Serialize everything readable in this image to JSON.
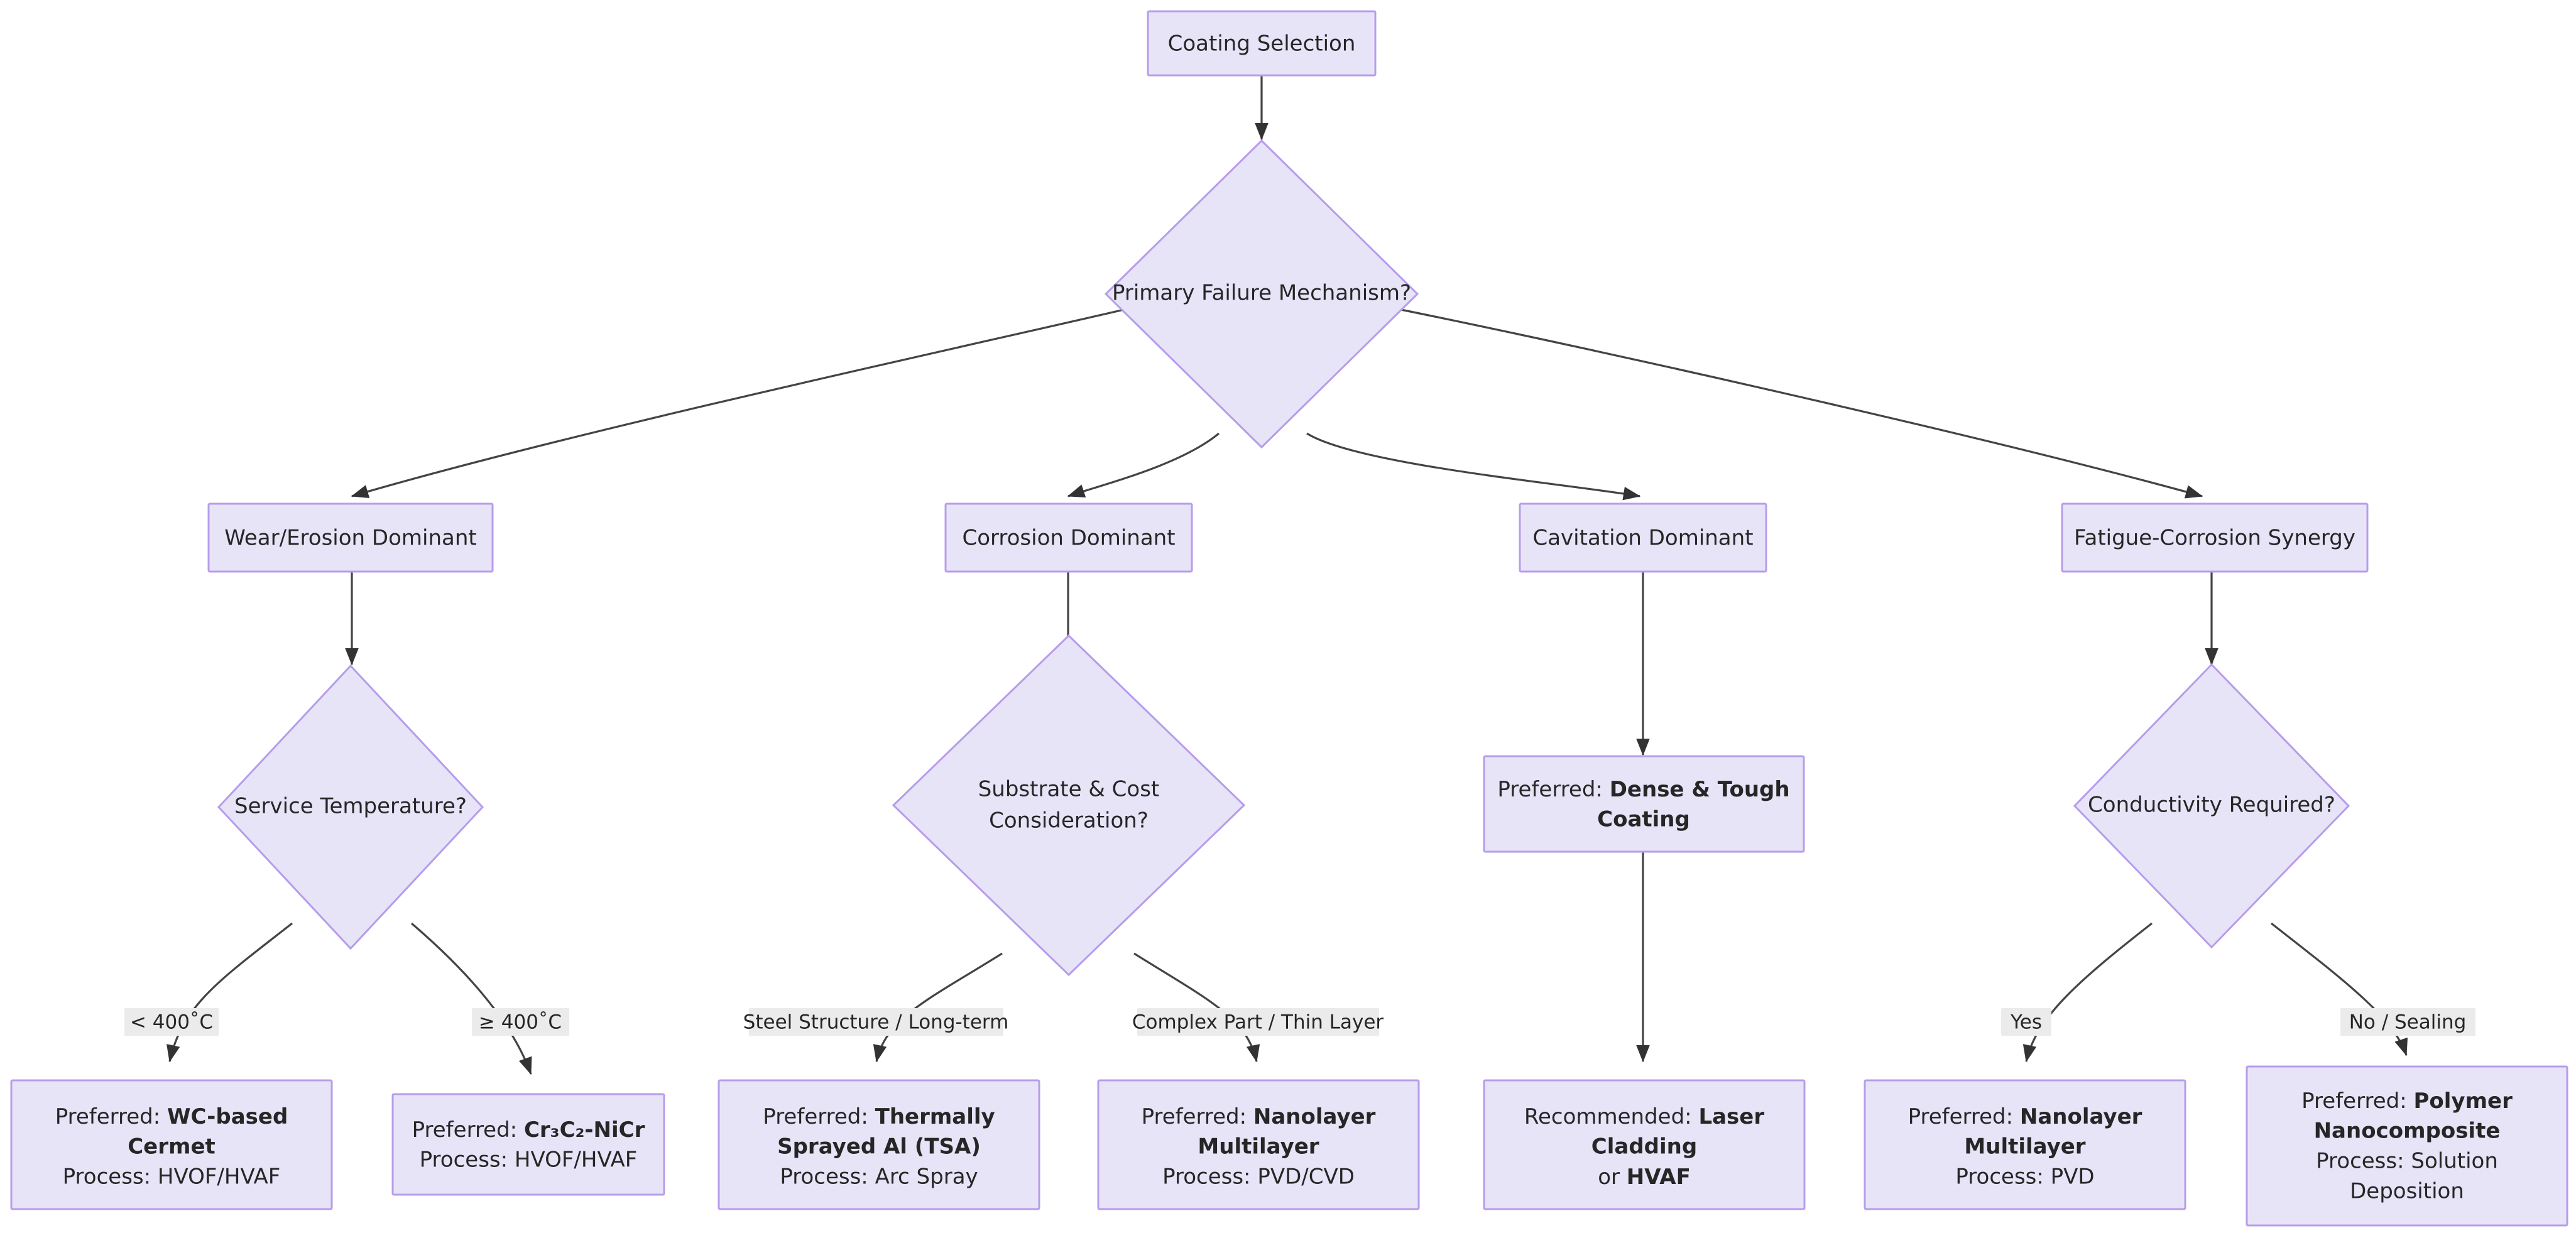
{
  "diagram": {
    "type": "flowchart",
    "title": "Coating Selection Decision Tree",
    "theme": {
      "node_fill": "#e8e4f8",
      "node_stroke": "#b79ceb",
      "edge_color": "#444444",
      "text_color": "#262626",
      "edge_label_bg": "#ebebeb",
      "background": "#ffffff"
    },
    "nodes": {
      "root": {
        "label": "Coating Selection",
        "shape": "rect"
      },
      "primary_failure": {
        "label": "Primary Failure Mechanism?",
        "shape": "diamond"
      },
      "wear": {
        "label": "Wear/Erosion Dominant",
        "shape": "rect"
      },
      "corrosion": {
        "label": "Corrosion Dominant",
        "shape": "rect"
      },
      "cavitation": {
        "label": "Cavitation Dominant",
        "shape": "rect"
      },
      "fatigue": {
        "label": "Fatigue-Corrosion Synergy",
        "shape": "rect"
      },
      "service_temp": {
        "label": "Service Temperature?",
        "shape": "diamond"
      },
      "substrate_cost": {
        "label_line1": "Substrate & Cost",
        "label_line2": "Consideration?",
        "shape": "diamond"
      },
      "dense_tough": {
        "shape": "rect",
        "lines": [
          {
            "prefix": "Preferred: ",
            "bold": "Dense & Tough"
          },
          {
            "bold": "Coating"
          }
        ]
      },
      "conductivity": {
        "label": "Conductivity Required?",
        "shape": "diamond"
      },
      "wc_cermet": {
        "shape": "rect",
        "lines": [
          {
            "prefix": "Preferred: ",
            "bold": "WC-based"
          },
          {
            "bold": "Cermet"
          },
          {
            "prefix": "Process: HVOF/HVAF"
          }
        ]
      },
      "cr3c2": {
        "shape": "rect",
        "lines": [
          {
            "prefix": "Preferred: ",
            "bold": "Cr₃C₂-NiCr"
          },
          {
            "prefix": "Process: HVOF/HVAF"
          }
        ]
      },
      "tsa": {
        "shape": "rect",
        "lines": [
          {
            "prefix": "Preferred: ",
            "bold": "Thermally"
          },
          {
            "bold": "Sprayed Al (TSA)"
          },
          {
            "prefix": "Process: Arc Spray"
          }
        ]
      },
      "nanolayer_pvdcvd": {
        "shape": "rect",
        "lines": [
          {
            "prefix": "Preferred: ",
            "bold": "Nanolayer"
          },
          {
            "bold": "Multilayer"
          },
          {
            "prefix": "Process: PVD/CVD"
          }
        ]
      },
      "laser_cladding": {
        "shape": "rect",
        "lines": [
          {
            "prefix": "Recommended: ",
            "bold": "Laser"
          },
          {
            "bold": "Cladding"
          },
          {
            "prefix": "or ",
            "bold": "HVAF"
          }
        ]
      },
      "nanolayer_pvd": {
        "shape": "rect",
        "lines": [
          {
            "prefix": "Preferred: ",
            "bold": "Nanolayer"
          },
          {
            "bold": "Multilayer"
          },
          {
            "prefix": "Process: PVD"
          }
        ]
      },
      "polymer_nano": {
        "shape": "rect",
        "lines": [
          {
            "prefix": "Preferred: ",
            "bold": "Polymer"
          },
          {
            "bold": "Nanocomposite"
          },
          {
            "prefix": "Process: Solution"
          },
          {
            "prefix": "Deposition"
          }
        ]
      }
    },
    "edge_labels": {
      "temp_low": "< 400˚C",
      "temp_high": "≥ 400˚C",
      "steel_long": "Steel Structure / Long-term",
      "complex_thin": "Complex Part / Thin Layer",
      "yes": "Yes",
      "no_sealing": "No / Sealing"
    },
    "edges": [
      {
        "from": "root",
        "to": "primary_failure",
        "label": ""
      },
      {
        "from": "primary_failure",
        "to": "wear",
        "label": ""
      },
      {
        "from": "primary_failure",
        "to": "corrosion",
        "label": ""
      },
      {
        "from": "primary_failure",
        "to": "cavitation",
        "label": ""
      },
      {
        "from": "primary_failure",
        "to": "fatigue",
        "label": ""
      },
      {
        "from": "wear",
        "to": "service_temp",
        "label": ""
      },
      {
        "from": "corrosion",
        "to": "substrate_cost",
        "label": ""
      },
      {
        "from": "cavitation",
        "to": "dense_tough",
        "label": ""
      },
      {
        "from": "fatigue",
        "to": "conductivity",
        "label": ""
      },
      {
        "from": "service_temp",
        "to": "wc_cermet",
        "label": "< 400˚C"
      },
      {
        "from": "service_temp",
        "to": "cr3c2",
        "label": "≥ 400˚C"
      },
      {
        "from": "substrate_cost",
        "to": "tsa",
        "label": "Steel Structure / Long-term"
      },
      {
        "from": "substrate_cost",
        "to": "nanolayer_pvdcvd",
        "label": "Complex Part / Thin Layer"
      },
      {
        "from": "dense_tough",
        "to": "laser_cladding",
        "label": ""
      },
      {
        "from": "conductivity",
        "to": "nanolayer_pvd",
        "label": "Yes"
      },
      {
        "from": "conductivity",
        "to": "polymer_nano",
        "label": "No / Sealing"
      }
    ]
  }
}
